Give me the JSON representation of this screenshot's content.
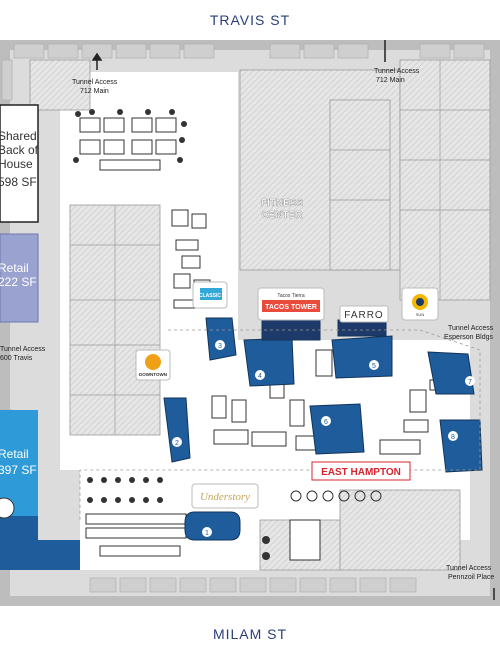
{
  "streets": {
    "north": "TRAVIS ST",
    "south": "MILAM ST"
  },
  "tunnels": [
    {
      "line1": "Tunnel Access",
      "line2": "712 Main"
    },
    {
      "line1": "Tunnel  Access",
      "line2": "712 Main"
    },
    {
      "line1": "Tunnel Access",
      "line2": "Esperson Bldgs"
    },
    {
      "line1": "Tunnel Access",
      "line2": "600 Travis"
    },
    {
      "line1": "Tunnel Access",
      "line2": "Pennzoil Place"
    }
  ],
  "spaces": [
    {
      "l1": "Shared",
      "l2": "Back of",
      "l3": "House",
      "sf": "598 SF"
    },
    {
      "l1": "Retail",
      "sf": "222 SF"
    },
    {
      "l1": "Retail",
      "sf": "397 SF"
    }
  ],
  "fitness": {
    "l1": "FITNESS",
    "l2": "CENTER"
  },
  "vendors": {
    "farro": "FARRO",
    "east_hampton": "EAST HAMPTON",
    "understory": "Understory",
    "tacos": "TACOS TOWER",
    "tacos_top": "Tacos Tierra",
    "downtown": "DOWNTOWN",
    "classic": "CLASSIC",
    "sun": "SUN"
  },
  "stalls": [
    "1",
    "2",
    "3",
    "4",
    "5",
    "6",
    "7",
    "8"
  ],
  "colors": {
    "blue": "#1f5c9c",
    "navy": "#1e3a6a",
    "retail_lavender": "#9aa2cf",
    "retail_cyan": "#2e9bd8",
    "red": "#d9232e",
    "street": "#2a3f7a"
  }
}
